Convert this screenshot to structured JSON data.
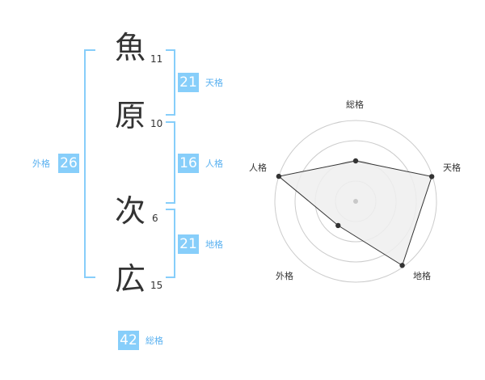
{
  "name": {
    "chars": [
      {
        "char": "魚",
        "strokes": "11"
      },
      {
        "char": "原",
        "strokes": "10"
      },
      {
        "char": "次",
        "strokes": "6"
      },
      {
        "char": "広",
        "strokes": "15"
      }
    ]
  },
  "fortunes": {
    "tenkaku": {
      "value": "21",
      "label": "天格"
    },
    "jinkaku": {
      "value": "16",
      "label": "人格"
    },
    "chikaku": {
      "value": "21",
      "label": "地格"
    },
    "gaikaku": {
      "value": "26",
      "label": "外格"
    },
    "soukaku": {
      "value": "42",
      "label": "総格"
    }
  },
  "chart_data": {
    "type": "radar",
    "axes": [
      "総格",
      "天格",
      "地格",
      "外格",
      "人格"
    ],
    "values": [
      0.5,
      0.99,
      0.98,
      0.37,
      1.0
    ],
    "range": [
      0,
      1
    ],
    "rings": 4,
    "colors": {
      "fill": "#efefef",
      "line": "#333333",
      "ring": "#cccccc",
      "center": "#c8c8c8"
    }
  },
  "colors": {
    "accent": "#87cefa",
    "accent_text": "#5ab1f0",
    "text": "#333333"
  }
}
